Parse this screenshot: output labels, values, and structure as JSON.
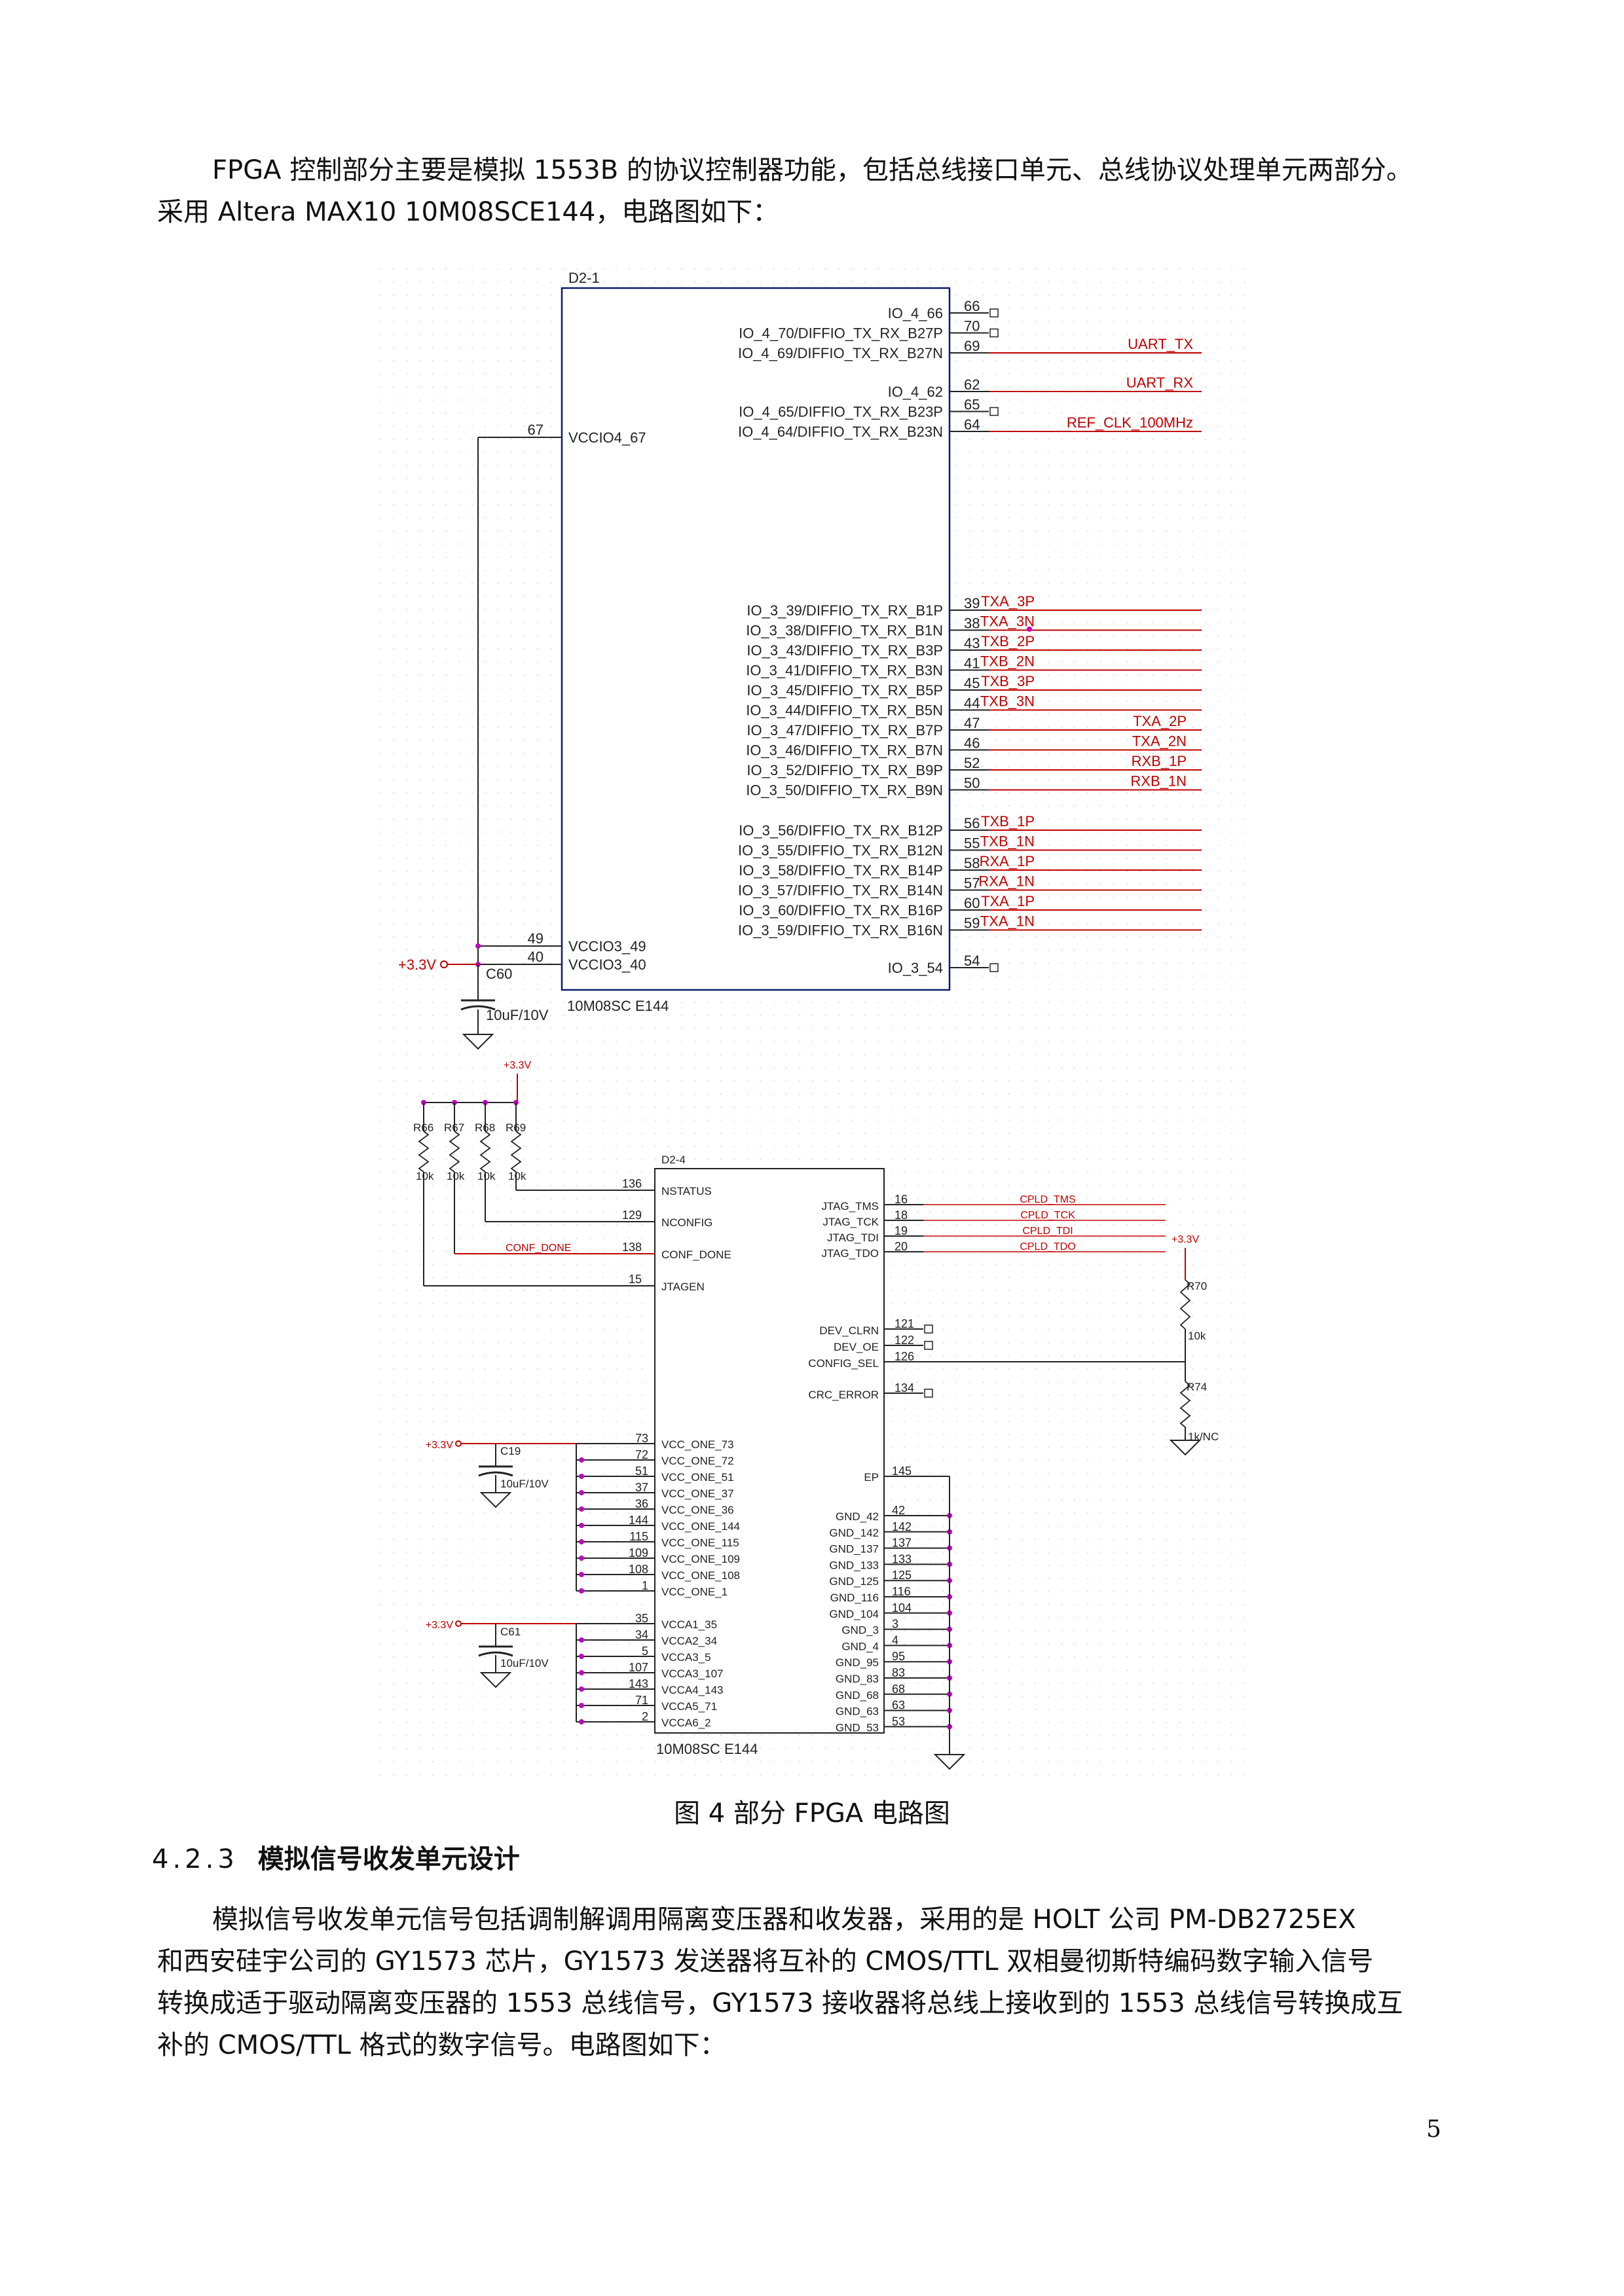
{
  "intro": {
    "line1": "FPGA 控制部分主要是模拟 1553B 的协议控制器功能，包括总线接口单元、总线协议处理单元两部分。",
    "line2": "采用 Altera MAX10 10M08SCE144，电路图如下："
  },
  "schematic": {
    "top": {
      "ref": "D2-1",
      "part": "10M08SC E144",
      "left_pins": [
        {
          "num": "67",
          "label": "VCCIO4_67"
        },
        {
          "num": "49",
          "label": "VCCIO3_49"
        },
        {
          "num": "40",
          "label": "VCCIO3_40"
        }
      ],
      "right_pins_a": [
        {
          "num": "66",
          "label": "IO_4_66",
          "net": ""
        },
        {
          "num": "70",
          "label": "IO_4_70/DIFFIO_TX_RX_B27P",
          "net": ""
        },
        {
          "num": "69",
          "label": "IO_4_69/DIFFIO_TX_RX_B27N",
          "net": "UART_TX"
        },
        {
          "num": "62",
          "label": "IO_4_62",
          "net": "UART_RX"
        },
        {
          "num": "65",
          "label": "IO_4_65/DIFFIO_TX_RX_B23P",
          "net": ""
        },
        {
          "num": "64",
          "label": "IO_4_64/DIFFIO_TX_RX_B23N",
          "net": "REF_CLK_100MHz"
        }
      ],
      "right_pins_b": [
        {
          "num": "39",
          "label": "IO_3_39/DIFFIO_TX_RX_B1P",
          "net": "TXA_3P"
        },
        {
          "num": "38",
          "label": "IO_3_38/DIFFIO_TX_RX_B1N",
          "net": "TXA_3N"
        },
        {
          "num": "43",
          "label": "IO_3_43/DIFFIO_TX_RX_B3P",
          "net": "TXB_2P"
        },
        {
          "num": "41",
          "label": "IO_3_41/DIFFIO_TX_RX_B3N",
          "net": "TXB_2N"
        },
        {
          "num": "45",
          "label": "IO_3_45/DIFFIO_TX_RX_B5P",
          "net": "TXB_3P"
        },
        {
          "num": "44",
          "label": "IO_3_44/DIFFIO_TX_RX_B5N",
          "net": "TXB_3N"
        },
        {
          "num": "47",
          "label": "IO_3_47/DIFFIO_TX_RX_B7P",
          "net": "TXA_2P"
        },
        {
          "num": "46",
          "label": "IO_3_46/DIFFIO_TX_RX_B7N",
          "net": "TXA_2N"
        },
        {
          "num": "52",
          "label": "IO_3_52/DIFFIO_TX_RX_B9P",
          "net": "RXB_1P"
        },
        {
          "num": "50",
          "label": "IO_3_50/DIFFIO_TX_RX_B9N",
          "net": "RXB_1N"
        }
      ],
      "right_pins_c": [
        {
          "num": "56",
          "label": "IO_3_56/DIFFIO_TX_RX_B12P",
          "net": "TXB_1P"
        },
        {
          "num": "55",
          "label": "IO_3_55/DIFFIO_TX_RX_B12N",
          "net": "TXB_1N"
        },
        {
          "num": "58",
          "label": "IO_3_58/DIFFIO_TX_RX_B14P",
          "net": "RXA_1P"
        },
        {
          "num": "57",
          "label": "IO_3_57/DIFFIO_TX_RX_B14N",
          "net": "RXA_1N"
        },
        {
          "num": "60",
          "label": "IO_3_60/DIFFIO_TX_RX_B16P",
          "net": "TXA_1P"
        },
        {
          "num": "59",
          "label": "IO_3_59/DIFFIO_TX_RX_B16N",
          "net": "TXA_1N"
        }
      ],
      "io_54": {
        "num": "54",
        "label": "IO_3_54"
      },
      "power": "+3.3V",
      "cap_ref": "C60",
      "cap_val": "10uF/10V"
    },
    "bottom": {
      "ref": "D2-4",
      "part": "10M08SC E144",
      "vcc_top": "+3.3V",
      "resistors": [
        {
          "ref": "R66",
          "val": "10k"
        },
        {
          "ref": "R67",
          "val": "10k"
        },
        {
          "ref": "R68",
          "val": "10k"
        },
        {
          "ref": "R69",
          "val": "10k"
        }
      ],
      "config_pins": [
        {
          "num": "136",
          "label": "NSTATUS",
          "net": ""
        },
        {
          "num": "129",
          "label": "NCONFIG",
          "net": ""
        },
        {
          "num": "138",
          "label": "CONF_DONE",
          "net": "CONF_DONE"
        },
        {
          "num": "15",
          "label": "JTAGEN",
          "net": ""
        }
      ],
      "jtag_pins": [
        {
          "num": "16",
          "label": "JTAG_TMS",
          "net": "CPLD_TMS"
        },
        {
          "num": "18",
          "label": "JTAG_TCK",
          "net": "CPLD_TCK"
        },
        {
          "num": "19",
          "label": "JTAG_TDI",
          "net": "CPLD_TDI"
        },
        {
          "num": "20",
          "label": "JTAG_TDO",
          "net": "CPLD_TDO"
        }
      ],
      "dev_pins": [
        {
          "num": "121",
          "label": "DEV_CLRN"
        },
        {
          "num": "122",
          "label": "DEV_OE"
        },
        {
          "num": "126",
          "label": "CONFIG_SEL"
        },
        {
          "num": "134",
          "label": "CRC_ERROR"
        }
      ],
      "right_power": "+3.3V",
      "r70": {
        "ref": "R70",
        "val": "10k"
      },
      "r74": {
        "ref": "R74",
        "val": "1k/NC"
      },
      "vcc_one": [
        {
          "num": "73",
          "label": "VCC_ONE_73"
        },
        {
          "num": "72",
          "label": "VCC_ONE_72"
        },
        {
          "num": "51",
          "label": "VCC_ONE_51"
        },
        {
          "num": "37",
          "label": "VCC_ONE_37"
        },
        {
          "num": "36",
          "label": "VCC_ONE_36"
        },
        {
          "num": "144",
          "label": "VCC_ONE_144"
        },
        {
          "num": "115",
          "label": "VCC_ONE_115"
        },
        {
          "num": "109",
          "label": "VCC_ONE_109"
        },
        {
          "num": "108",
          "label": "VCC_ONE_108"
        },
        {
          "num": "1",
          "label": "VCC_ONE_1"
        }
      ],
      "vcca": [
        {
          "num": "35",
          "label": "VCCA1_35"
        },
        {
          "num": "34",
          "label": "VCCA2_34"
        },
        {
          "num": "5",
          "label": "VCCA3_5"
        },
        {
          "num": "107",
          "label": "VCCA3_107"
        },
        {
          "num": "143",
          "label": "VCCA4_143"
        },
        {
          "num": "71",
          "label": "VCCA5_71"
        },
        {
          "num": "2",
          "label": "VCCA6_2"
        }
      ],
      "gnd": [
        {
          "num": "145",
          "label": "EP"
        },
        {
          "num": "42",
          "label": "GND_42"
        },
        {
          "num": "142",
          "label": "GND_142"
        },
        {
          "num": "137",
          "label": "GND_137"
        },
        {
          "num": "133",
          "label": "GND_133"
        },
        {
          "num": "125",
          "label": "GND_125"
        },
        {
          "num": "116",
          "label": "GND_116"
        },
        {
          "num": "104",
          "label": "GND_104"
        },
        {
          "num": "3",
          "label": "GND_3"
        },
        {
          "num": "4",
          "label": "GND_4"
        },
        {
          "num": "95",
          "label": "GND_95"
        },
        {
          "num": "83",
          "label": "GND_83"
        },
        {
          "num": "68",
          "label": "GND_68"
        },
        {
          "num": "63",
          "label": "GND_63"
        },
        {
          "num": "53",
          "label": "GND_53"
        }
      ],
      "power": "+3.3V",
      "c19": {
        "ref": "C19",
        "val": "10uF/10V"
      },
      "c61": {
        "ref": "C61",
        "val": "10uF/10V"
      }
    }
  },
  "caption": "图 4  部分 FPGA 电路图",
  "section": {
    "number": "4.2.3",
    "title": "模拟信号收发单元设计"
  },
  "body": {
    "line1": "模拟信号收发单元信号包括调制解调用隔离变压器和收发器，采用的是  HOLT  公司  PM-DB2725EX",
    "line2": "和西安硅宇公司的 GY1573 芯片，GY1573 发送器将互补的 CMOS/TTL 双相曼彻斯特编码数字输入信号",
    "line3": "转换成适于驱动隔离变压器的 1553 总线信号，GY1573 接收器将总线上接收到的 1553 总线信号转换成互",
    "line4": "补的 CMOS/TTL 格式的数字信号。电路图如下："
  },
  "page_number": "5"
}
